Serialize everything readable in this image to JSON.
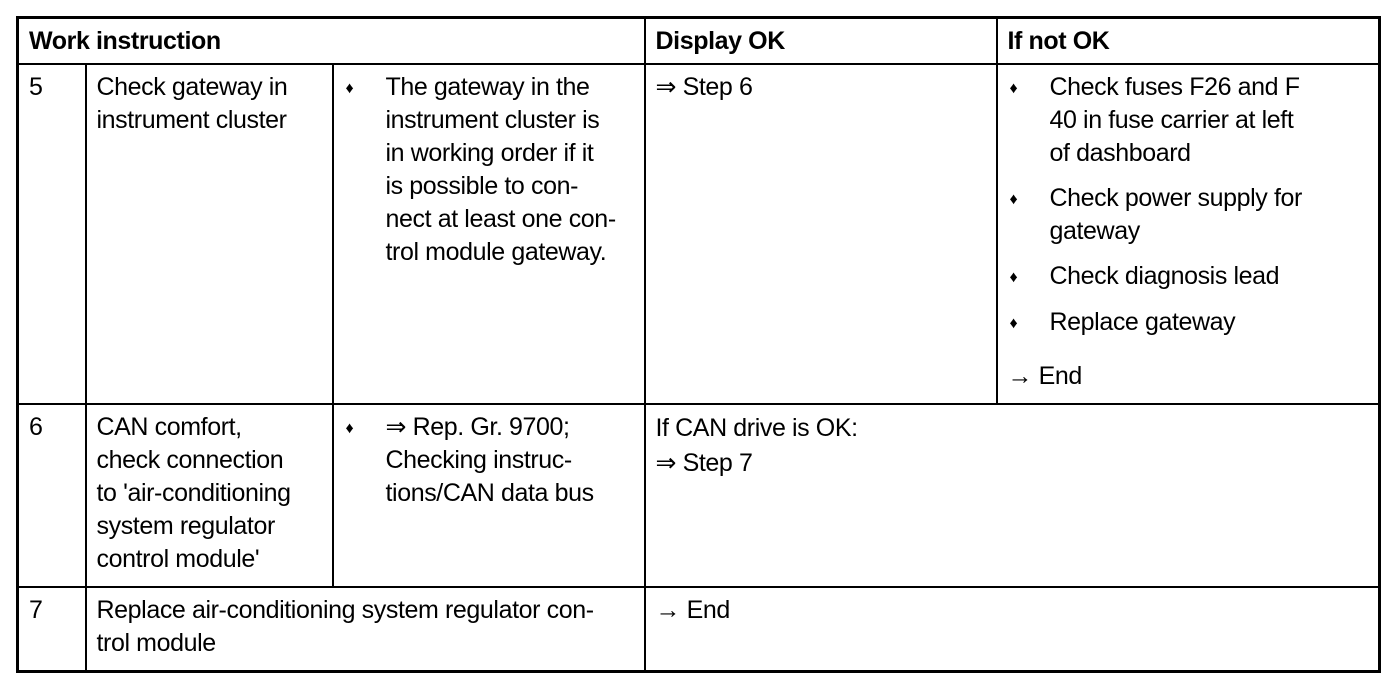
{
  "page": {
    "background": "#ffffff",
    "text_color": "#000000",
    "border_color": "#000000"
  },
  "bullet_char": "♦",
  "table": {
    "header": {
      "work_instruction": "Work instruction",
      "display_ok": "Display OK",
      "if_not_ok": "If not OK"
    },
    "rows": [
      {
        "step": "5",
        "instruction": "Check gateway in\ninstrument cluster",
        "detail_bullets": [
          "The gateway in the\ninstrument cluster is\nin working order if it\nis possible to con-\nnect at least one con-\ntrol module gateway."
        ],
        "display_ok": "⇒ Step 6",
        "if_not_ok_bullets": [
          "Check fuses F26 and F\n40 in fuse carrier at left\nof dashboard",
          "Check power supply for\ngateway",
          "Check diagnosis lead",
          "Replace gateway"
        ],
        "if_not_ok_footer": "→ End"
      },
      {
        "step": "6",
        "instruction": "CAN comfort,\ncheck connection\nto 'air-conditioning\nsystem regulator\ncontrol module'",
        "detail_bullets": [
          "⇒ Rep. Gr. 9700;\nChecking instruc-\ntions/CAN data bus"
        ],
        "result": "If CAN drive is OK:\n⇒ Step 7"
      },
      {
        "step": "7",
        "instruction": "Replace air-conditioning system regulator con-\ntrol module",
        "result": "→ End"
      }
    ]
  }
}
